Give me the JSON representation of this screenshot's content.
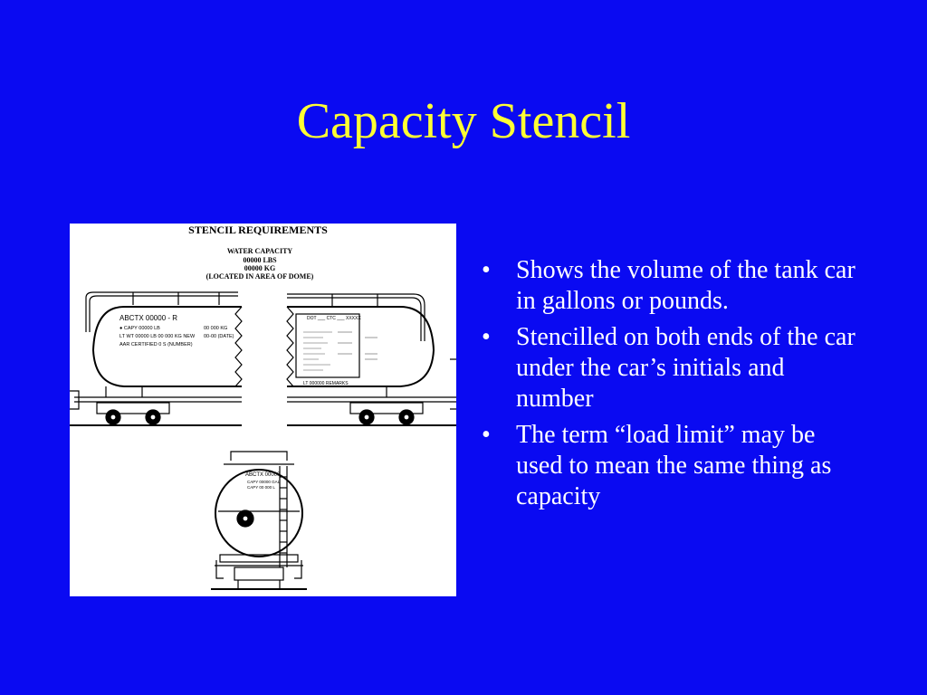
{
  "slide": {
    "title": "Capacity Stencil"
  },
  "figure": {
    "heading": "STENCIL  REQUIREMENTS",
    "lines": [
      "WATER CAPACITY",
      "00000 LBS",
      "00000 KG",
      "(LOCATED IN AREA OF DOME)"
    ],
    "left_car": {
      "reporting_mark": "ABCTX 00000 - R",
      "capy": "●  CAPY 00000 LB",
      "capy_kg": "00 000 KG",
      "lt_wt": "LT WT 00000 LB 00 000 KG NEW",
      "date": "00-00 (DATE)",
      "aar": "AAR CERTIFIED 0 S (NUMBER)"
    },
    "right_car": {
      "dot_line": "DOT ___ CTC ___ XXXXX",
      "remarks": "LT 000000 REMARKS"
    },
    "end_view": {
      "reporting_mark": "ABCTX 00000",
      "capy_gal": "CAPY 00000 GAL",
      "capy_kg": "CAPY 00 000 L"
    }
  },
  "bullets": [
    "Shows the volume of the tank car in gallons or pounds.",
    "Stencilled on both ends of the car under the car’s initials and number",
    "The term “load limit” may be used to mean the same thing as capacity"
  ],
  "bullet_symbol": "•",
  "colors": {
    "background": "#0a0af2",
    "title": "#ffff33",
    "body_text": "#ffffff"
  }
}
